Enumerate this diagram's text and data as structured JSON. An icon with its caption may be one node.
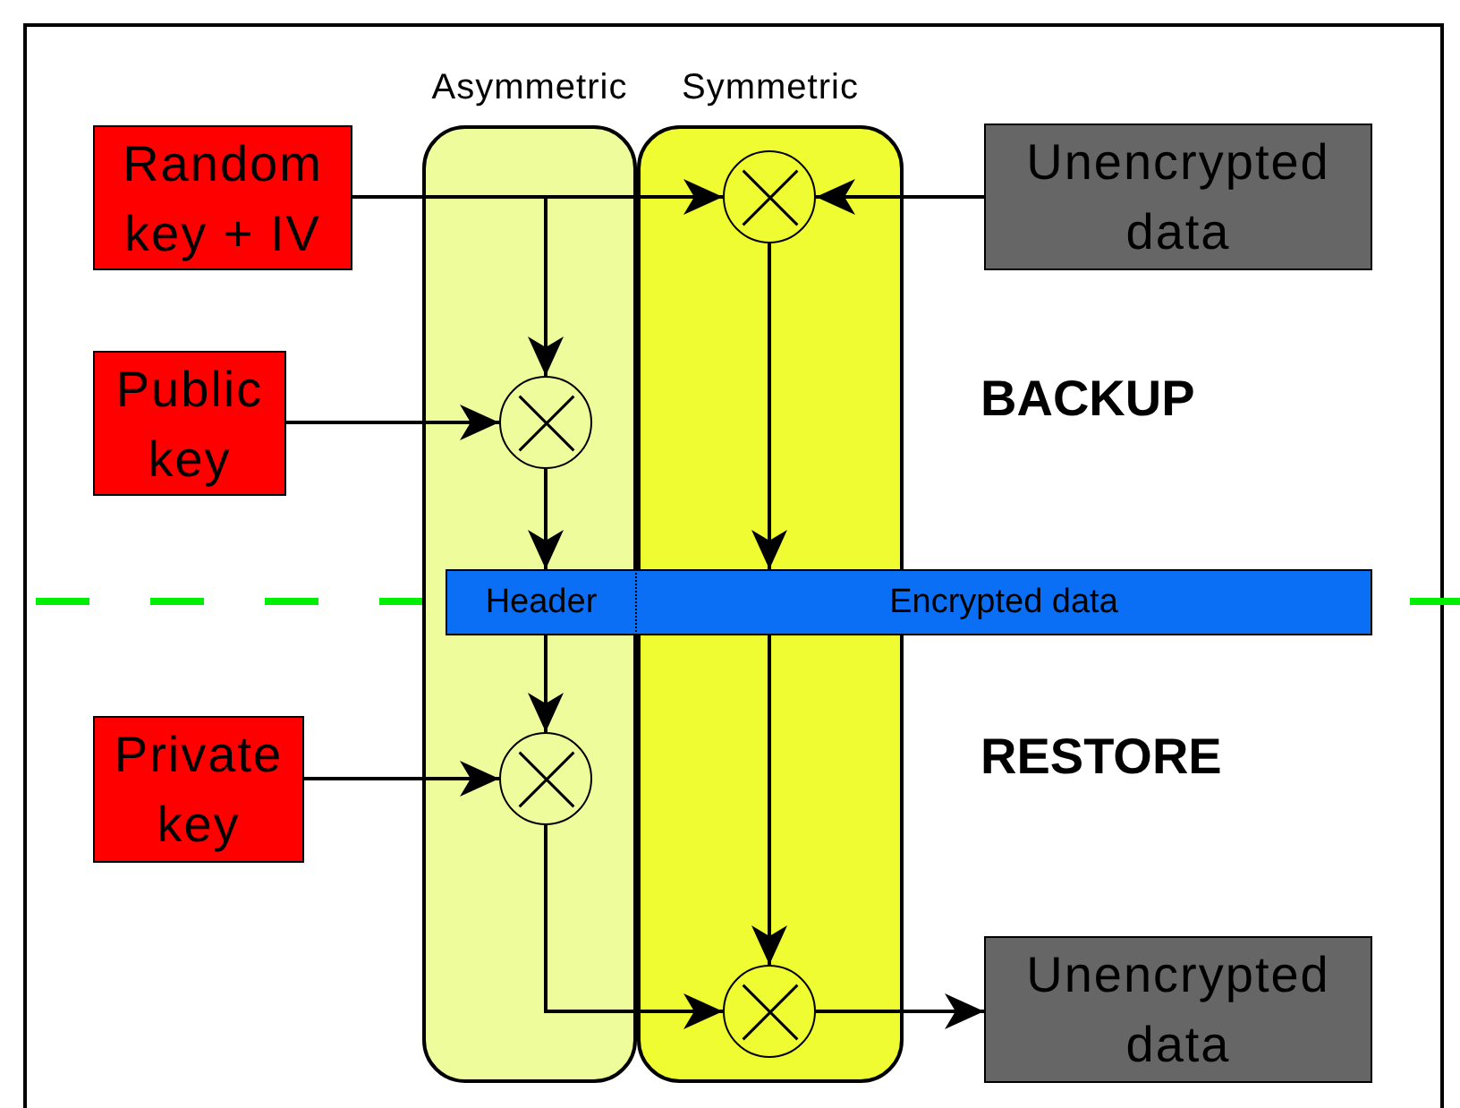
{
  "diagram": {
    "nodes": [
      {
        "text": [
          "Asymmetric"
        ]
      },
      {
        "text": [
          "Symmetric"
        ]
      },
      {
        "text": [
          "Random key + IV"
        ]
      },
      {
        "text": [
          "Unencrypted data"
        ]
      },
      {
        "text": [
          "Public key"
        ]
      },
      {
        "text": [
          "Private key"
        ]
      },
      {
        "text": [
          "Unencrypted data"
        ]
      },
      {
        "text": [
          "Header"
        ],
        "in": 0
      },
      {
        "text": [
          "Encrypted data"
        ]
      },
      {
        "text": [],
        "shape": "circle",
        "in": 1
      },
      {
        "text": [],
        "shape": "circle",
        "in": 0
      },
      {
        "text": [],
        "shape": "circle",
        "in": 0
      },
      {
        "text": [],
        "shape": "circle",
        "in": 1
      }
    ],
    "edges": [
      {
        "from": 2,
        "to": 9,
        "arrow": "to"
      },
      {
        "from": 2,
        "to": 10,
        "arrow": "to"
      },
      {
        "from": 3,
        "to": 9,
        "arrow": "to"
      },
      {
        "from": 4,
        "to": 10,
        "arrow": "to"
      },
      {
        "from": 10,
        "to": 7,
        "arrow": "to"
      },
      {
        "from": 9,
        "to": 8,
        "arrow": "to"
      },
      {
        "from": 7,
        "to": 11,
        "arrow": "to"
      },
      {
        "from": 5,
        "to": 11,
        "arrow": "to"
      },
      {
        "from": 8,
        "to": 12,
        "arrow": "to"
      },
      {
        "from": 11,
        "to": 12,
        "arrow": "to"
      },
      {
        "from": 12,
        "to": 6,
        "arrow": "to"
      }
    ],
    "labels": [
      "BACKUP",
      "RESTORE"
    ]
  }
}
